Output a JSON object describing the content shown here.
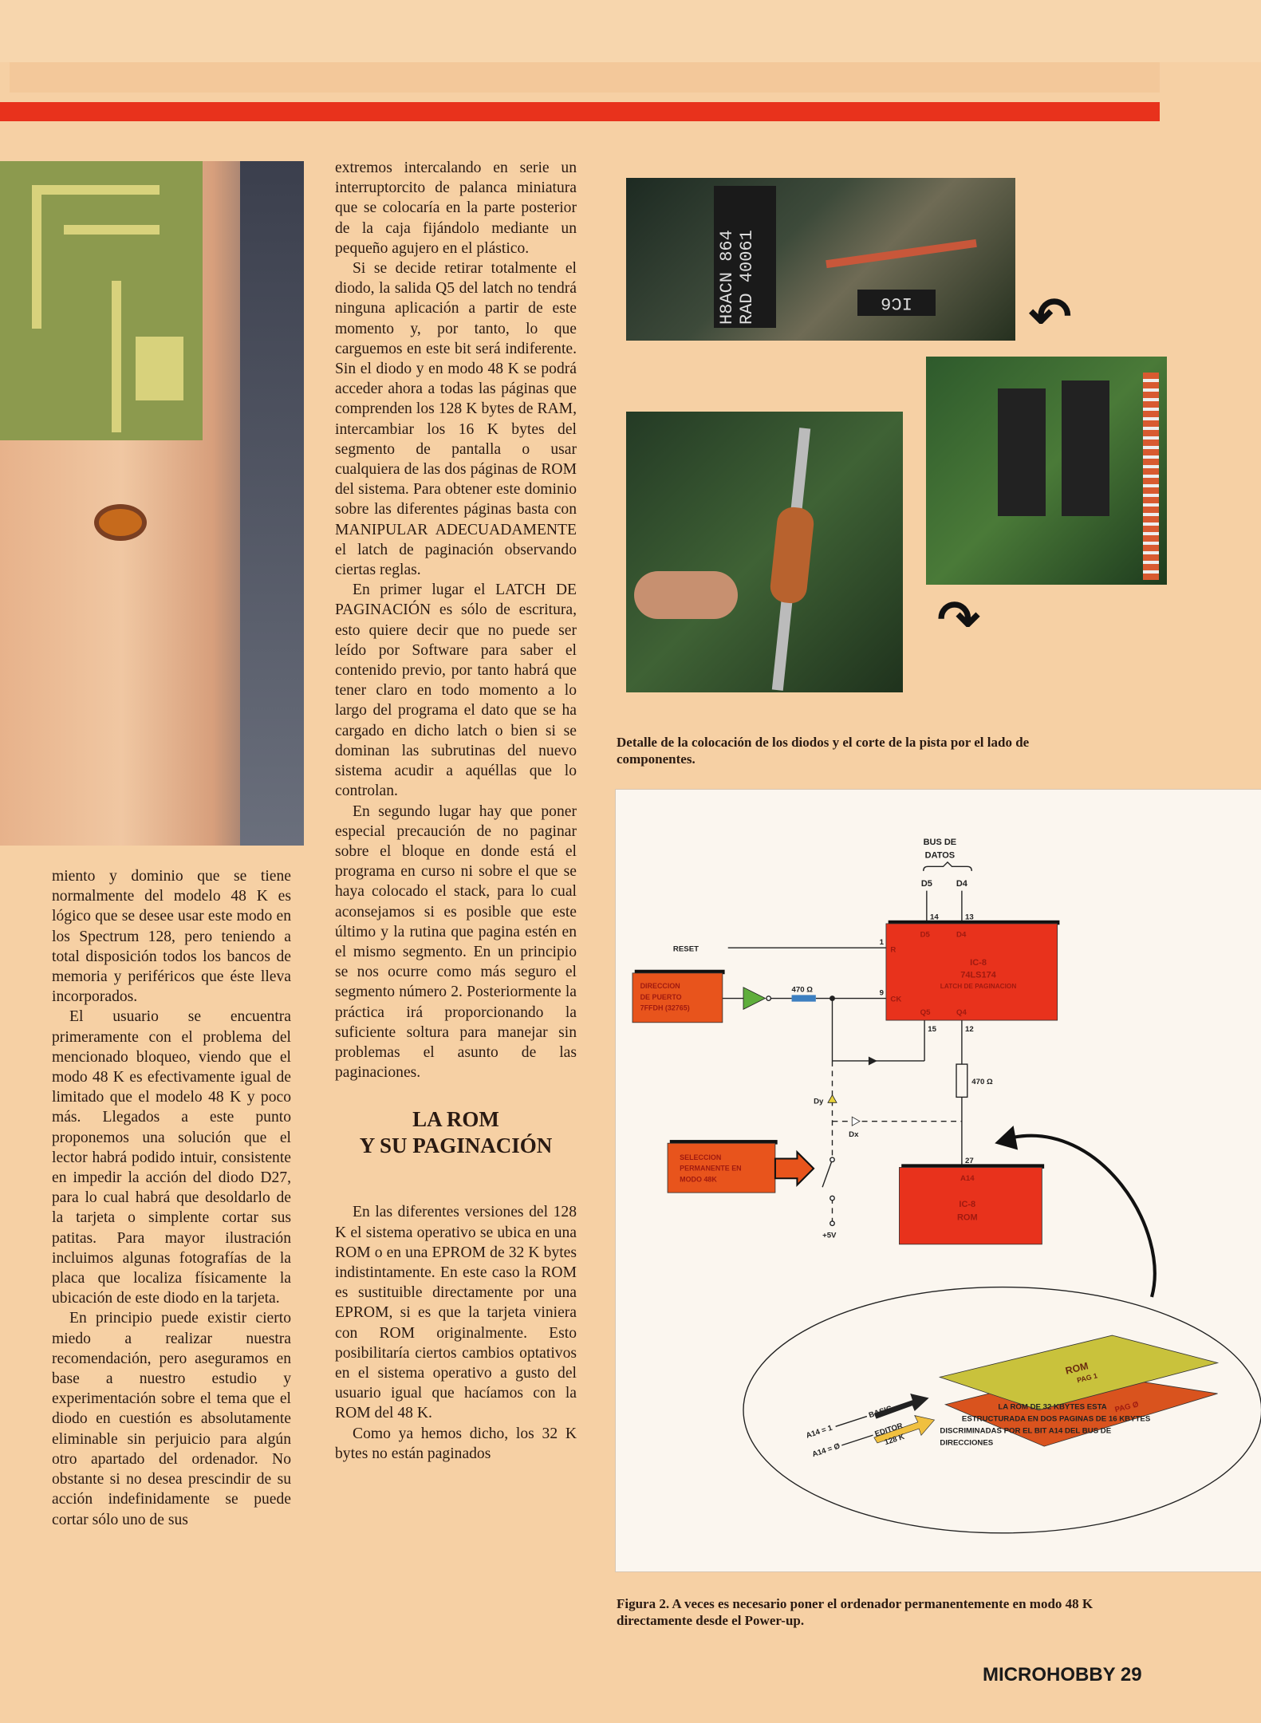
{
  "left_column": {
    "paragraphs": [
      "miento y dominio que se tiene normalmente del modelo 48 K es lógico que se desee usar este modo en los Spectrum 128, pero teniendo a total disposición todos los bancos de memoria y periféricos que éste lleva incorporados.",
      "El usuario se encuentra primeramente con el problema del mencionado bloqueo, viendo que el modo 48 K es efectivamente igual de limitado que el modelo 48 K y poco más. Llegados a este punto proponemos una solución que el lector habrá podido intuir, consistente en impedir la acción del diodo D27, para lo cual habrá que desoldarlo de la tarjeta o simplente cortar sus patitas. Para mayor ilustración incluimos algunas fotografías de la placa que localiza físicamente la ubicación de este diodo en la tarjeta.",
      "En principio puede existir cierto miedo a realizar nuestra recomendación, pero aseguramos en base a nuestro estudio y experimentación sobre el tema que el diodo en cuestión es absolutamente eliminable sin perjuicio para algún otro apartado del ordenador. No obstante si no desea prescindir de su acción indefinidamente se puede cortar sólo uno de sus"
    ]
  },
  "middle_column": {
    "paragraphs_before": [
      "extremos intercalando en serie un interruptorcito de palanca miniatura que se colocaría en la parte posterior de la caja fijándolo mediante un pequeño agujero en el plástico.",
      "Si se decide retirar totalmente el diodo, la salida Q5 del latch no tendrá ninguna aplicación a partir de este momento y, por tanto, lo que carguemos en este bit será indiferente. Sin el diodo y en modo 48 K se podrá acceder ahora a todas las páginas que comprenden los 128 K bytes de RAM, intercambiar los 16 K bytes del segmento de pantalla o usar cualquiera de las dos páginas de ROM del sistema. Para obtener este dominio sobre las diferentes páginas basta con MANIPULAR ADECUADAMENTE el latch de paginación observando ciertas reglas.",
      "En primer lugar el LATCH DE PAGINACIÓN es sólo de escritura, esto quiere decir que no puede ser leído por Software para saber el contenido previo, por tanto habrá que tener claro en todo momento a lo largo del programa el dato que se ha cargado en dicho latch o bien si se dominan las subrutinas del nuevo sistema acudir a aquéllas que lo controlan.",
      "En segundo lugar hay que poner especial precaución de no paginar sobre el bloque en donde está el programa en curso ni sobre el que se haya colocado el stack, para lo cual aconsejamos si es posible que este último y la rutina que pagina estén en el mismo segmento. En un principio se nos ocurre como más seguro el segmento número 2. Posteriormente la práctica irá proporcionando la suficiente soltura para manejar sin problemas el asunto de las paginaciones."
    ],
    "heading_line1": "LA ROM",
    "heading_line2": "Y SU PAGINACIÓN",
    "paragraphs_after": [
      "En las diferentes versiones del 128 K el sistema operativo se ubica en una ROM o en una EPROM de 32 K bytes indistintamente. En este caso la ROM es sustituible directamente por una EPROM, si es que la tarjeta viniera con ROM originalmente. Esto posibilitaría ciertos cambios optativos en el sistema operativo a gusto del usuario igual que hacíamos con la ROM del 48 K.",
      "Como ya hemos dicho, los 32 K bytes no están paginados"
    ]
  },
  "photos": {
    "chip_text_1": "H8ACN 864 RAD 40061",
    "chip_text_2": "IC6",
    "caption": "Detalle de la colocación de los diodos y el corte de la pista por el lado de componentes."
  },
  "diagram": {
    "bus_label_1": "BUS DE",
    "bus_label_2": "DATOS",
    "d5": "D5",
    "d4": "D4",
    "pin14": "14",
    "pin13": "13",
    "pin1": "1",
    "pin9": "9",
    "pin15": "15",
    "pin12": "12",
    "pin27": "27",
    "reset": "RESET",
    "pin_r": "R",
    "pin_ck": "CK",
    "q5": "Q5",
    "q4": "Q4",
    "latch_line1": "IC-8",
    "latch_line2": "74LS174",
    "latch_line3": "LATCH DE PAGINACION",
    "port_line1": "DIRECCION",
    "port_line2": "DE PUERTO",
    "port_line3": "7FFDH (32765)",
    "res1": "470 Ω",
    "res2": "470 Ω",
    "dy": "Dy",
    "dx": "Dx",
    "sel_line1": "SELECCION",
    "sel_line2": "PERMANENTE EN",
    "sel_line3": "MODO 48K",
    "vcc": "+5V",
    "rom_a14": "A14",
    "rom_line1": "IC-8",
    "rom_line2": "ROM",
    "page1_line1": "ROM",
    "page1_line2": "PAG 1",
    "page0": "PAG Ø",
    "a14_1": "A14 = 1",
    "basic": "BASIC",
    "a14_0": "A14 = Ø",
    "editor_1": "EDITOR",
    "editor_2": "128 K",
    "note_1": "LA ROM DE 32 KBYTES ESTA",
    "note_2": "ESTRUCTURADA EN DOS PAGINAS DE 16 KBYTES",
    "note_3": "DISCRIMINADAS POR EL BIT A14 DEL BUS DE",
    "note_4": "DIRECCIONES",
    "colors": {
      "block": "#e8321c",
      "inverter": "#5fae3c",
      "page1": "#c9c23c",
      "page0": "#d9531e"
    },
    "caption": "Figura 2. A veces es necesario poner el ordenador permanentemente en modo 48 K directamente desde el Power-up."
  },
  "footer": {
    "magazine": "MICROHOBBY",
    "page_number": "29"
  }
}
